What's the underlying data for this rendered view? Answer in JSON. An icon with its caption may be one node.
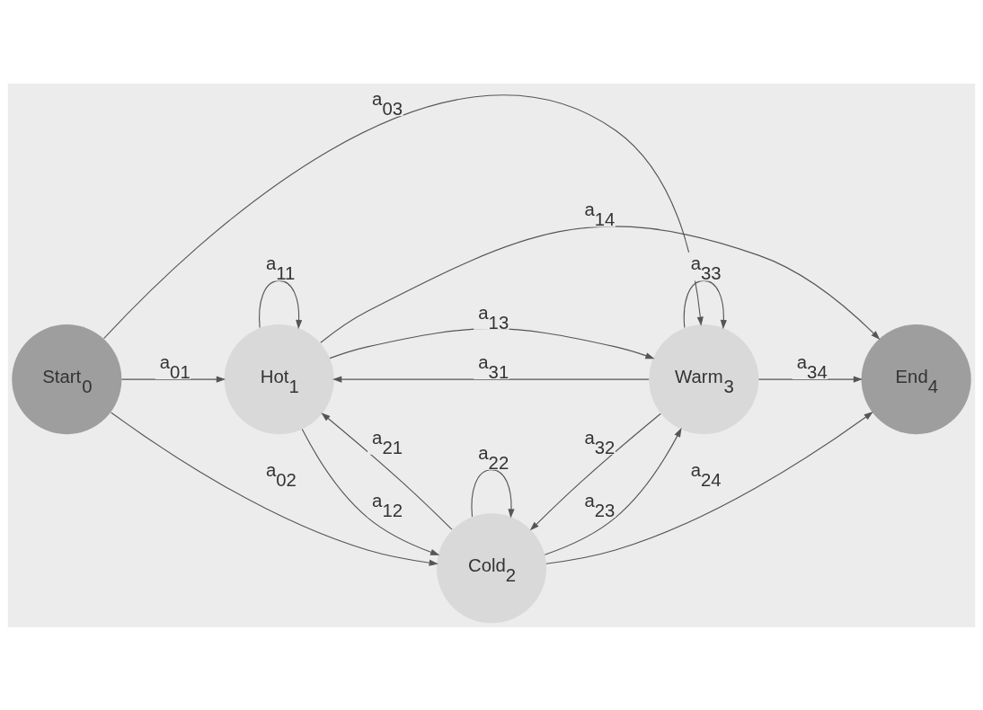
{
  "diagram": {
    "nodes": [
      {
        "text": [
          "Start$_{0}$"
        ]
      },
      {
        "text": [
          "Hot$_{1}$"
        ]
      },
      {
        "text": [
          "Cold$_{2}$"
        ]
      },
      {
        "text": [
          "Warm$_{3}$"
        ]
      },
      {
        "text": [
          "End$_{4}$"
        ]
      }
    ],
    "edges": [
      {
        "from": 0,
        "to": 2,
        "arrow": "to",
        "label": "a$_{02}$"
      },
      {
        "from": 0,
        "to": 1,
        "arrow": "to",
        "label": "a$_{01}$"
      },
      {
        "from": 0,
        "to": 3,
        "arrow": "to",
        "label": "a$_{03}$"
      },
      {
        "from": 2,
        "to": 2,
        "arrow": "to",
        "label": "a$_{22}$"
      },
      {
        "from": 2,
        "to": 4,
        "arrow": "to",
        "label": "a$_{24}$"
      },
      {
        "from": 2,
        "to": 3,
        "arrow": "to",
        "label": "a$_{23}$"
      },
      {
        "from": 1,
        "to": 2,
        "arrow": "to",
        "label": "a$_{12}$"
      },
      {
        "from": 2,
        "to": 1,
        "arrow": "to",
        "label": "a$_{21}$"
      },
      {
        "from": 3,
        "to": 2,
        "arrow": "to",
        "label": "a$_{32}$"
      },
      {
        "from": 1,
        "to": 1,
        "arrow": "to",
        "label": "a$_{11}$"
      },
      {
        "from": 3,
        "to": 3,
        "arrow": "to",
        "label": "a$_{33}$"
      },
      {
        "from": 3,
        "to": 1,
        "arrow": "to",
        "label": "a$_{31}$"
      },
      {
        "from": 1,
        "to": 3,
        "arrow": "to",
        "label": "a$_{13}$"
      },
      {
        "from": 3,
        "to": 4,
        "arrow": "to",
        "label": "a$_{34}$"
      },
      {
        "from": 1,
        "to": 4,
        "arrow": "to",
        "label": "a$_{14}$"
      }
    ]
  }
}
